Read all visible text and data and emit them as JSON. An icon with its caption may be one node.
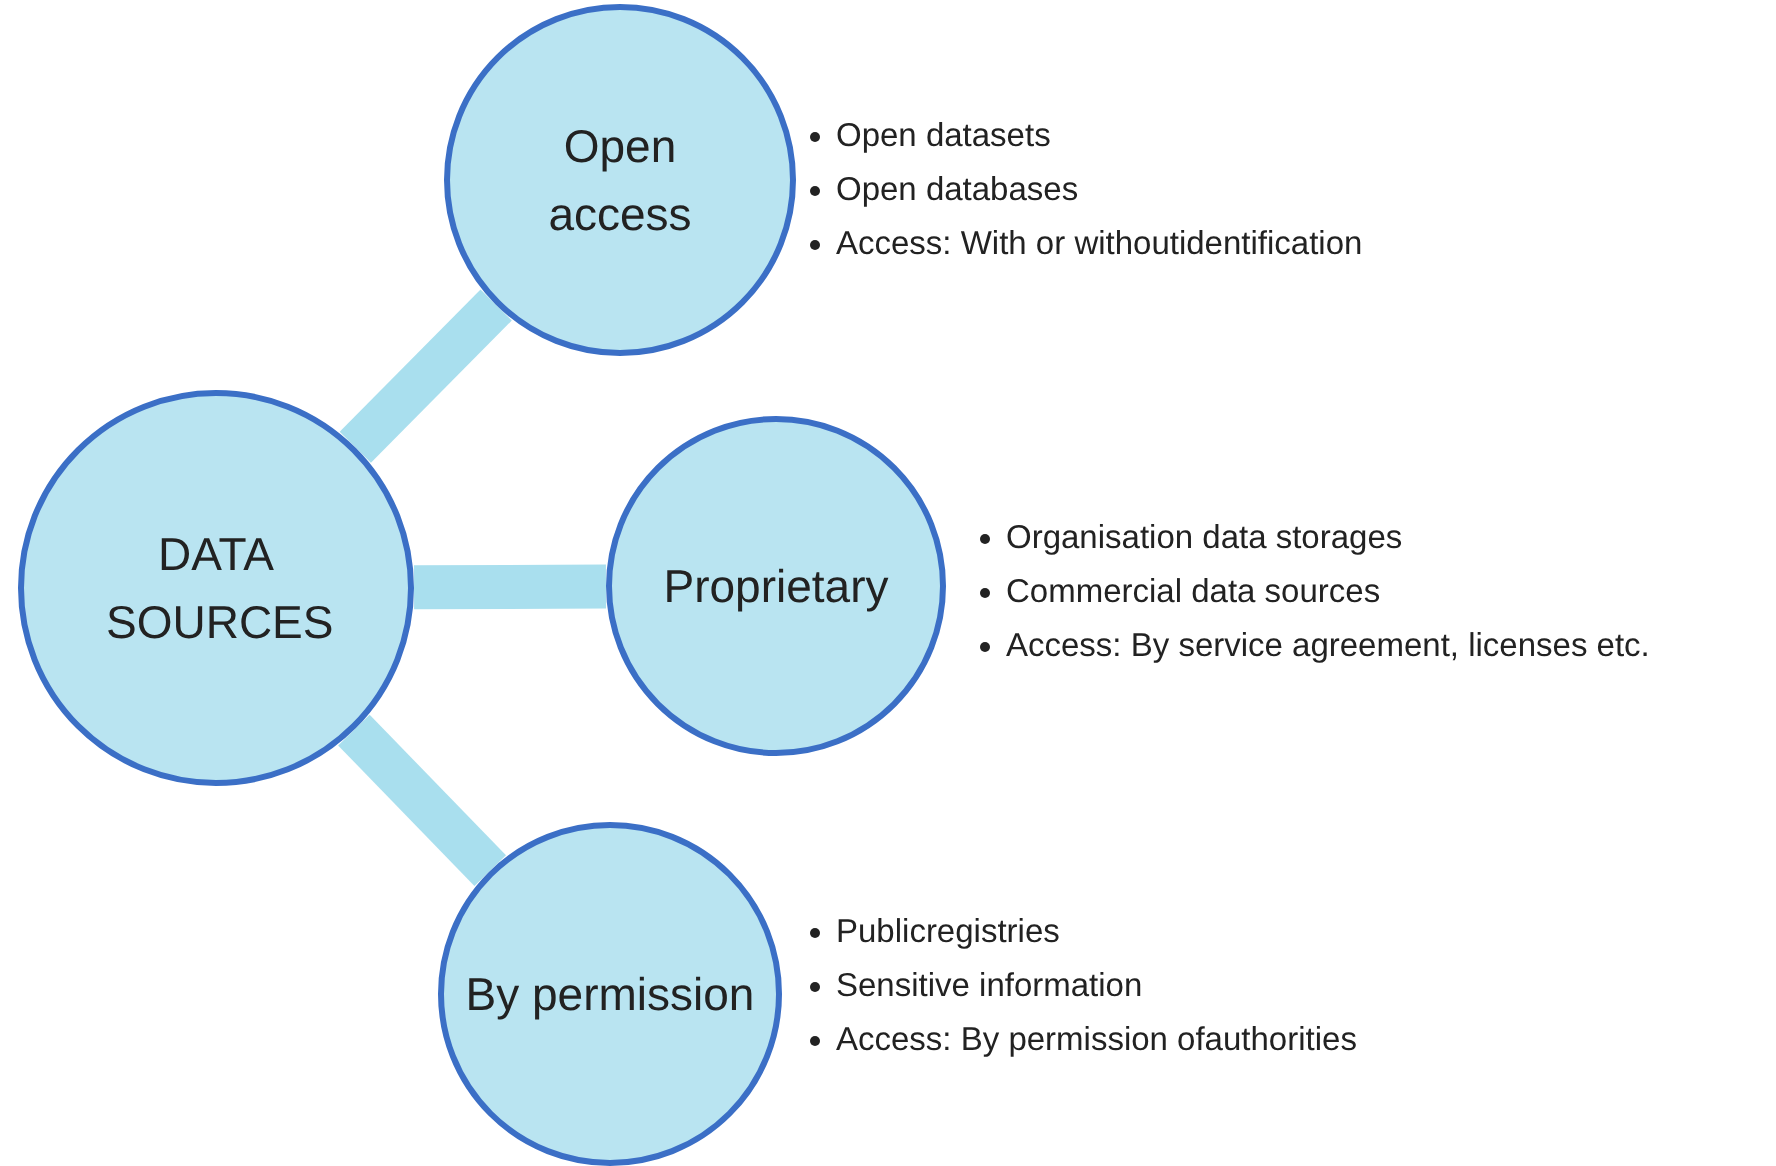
{
  "diagram": {
    "nodes": [
      {
        "text": [
          "DATA SOURCES"
        ]
      },
      {
        "text": [
          "Open access"
        ],
        "beside": [
          "Open datasets",
          "Open databases",
          "Access: With or withoutidentification"
        ]
      },
      {
        "text": [
          "Proprietary"
        ],
        "beside": [
          "Organisation data storages",
          "Commercial data sources",
          "Access: By service agreement, licenses etc."
        ]
      },
      {
        "text": [
          "By permission"
        ],
        "beside": [
          "Publicregistries",
          "Sensitive information",
          "Access: By permission ofauthorities"
        ]
      }
    ],
    "edges": [
      {
        "from": 0,
        "to": 1,
        "arrow": "none"
      },
      {
        "from": 0,
        "to": 2,
        "arrow": "none"
      },
      {
        "from": 0,
        "to": 3,
        "arrow": "none"
      }
    ]
  }
}
